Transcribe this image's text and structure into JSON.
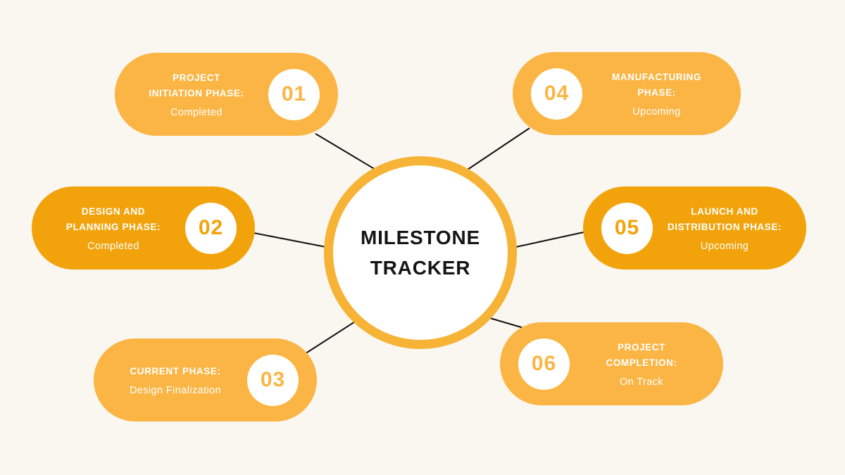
{
  "background_color": "#FAF7F1",
  "line_color": "#111111",
  "center": {
    "title": "MILESTONE\nTRACKER",
    "border_color": "#F6B335",
    "text_color": "#151515"
  },
  "nodes": [
    {
      "number": "01",
      "title": "PROJECT\nINITIATION PHASE:",
      "status": "Completed",
      "color": "#FBB544",
      "side": "left"
    },
    {
      "number": "02",
      "title": "DESIGN AND\nPLANNING PHASE:",
      "status": "Completed",
      "color": "#F2A30B",
      "side": "left"
    },
    {
      "number": "03",
      "title": "CURRENT PHASE:",
      "status": "Design Finalization",
      "color": "#FBB544",
      "side": "left"
    },
    {
      "number": "04",
      "title": "MANUFACTURING\nPHASE:",
      "status": "Upcoming",
      "color": "#FBB544",
      "side": "right"
    },
    {
      "number": "05",
      "title": "LAUNCH AND\nDISTRIBUTION PHASE:",
      "status": "Upcoming",
      "color": "#F2A30B",
      "side": "right"
    },
    {
      "number": "06",
      "title": "PROJECT\nCOMPLETION:",
      "status": "On Track",
      "color": "#FBB544",
      "side": "right"
    }
  ]
}
